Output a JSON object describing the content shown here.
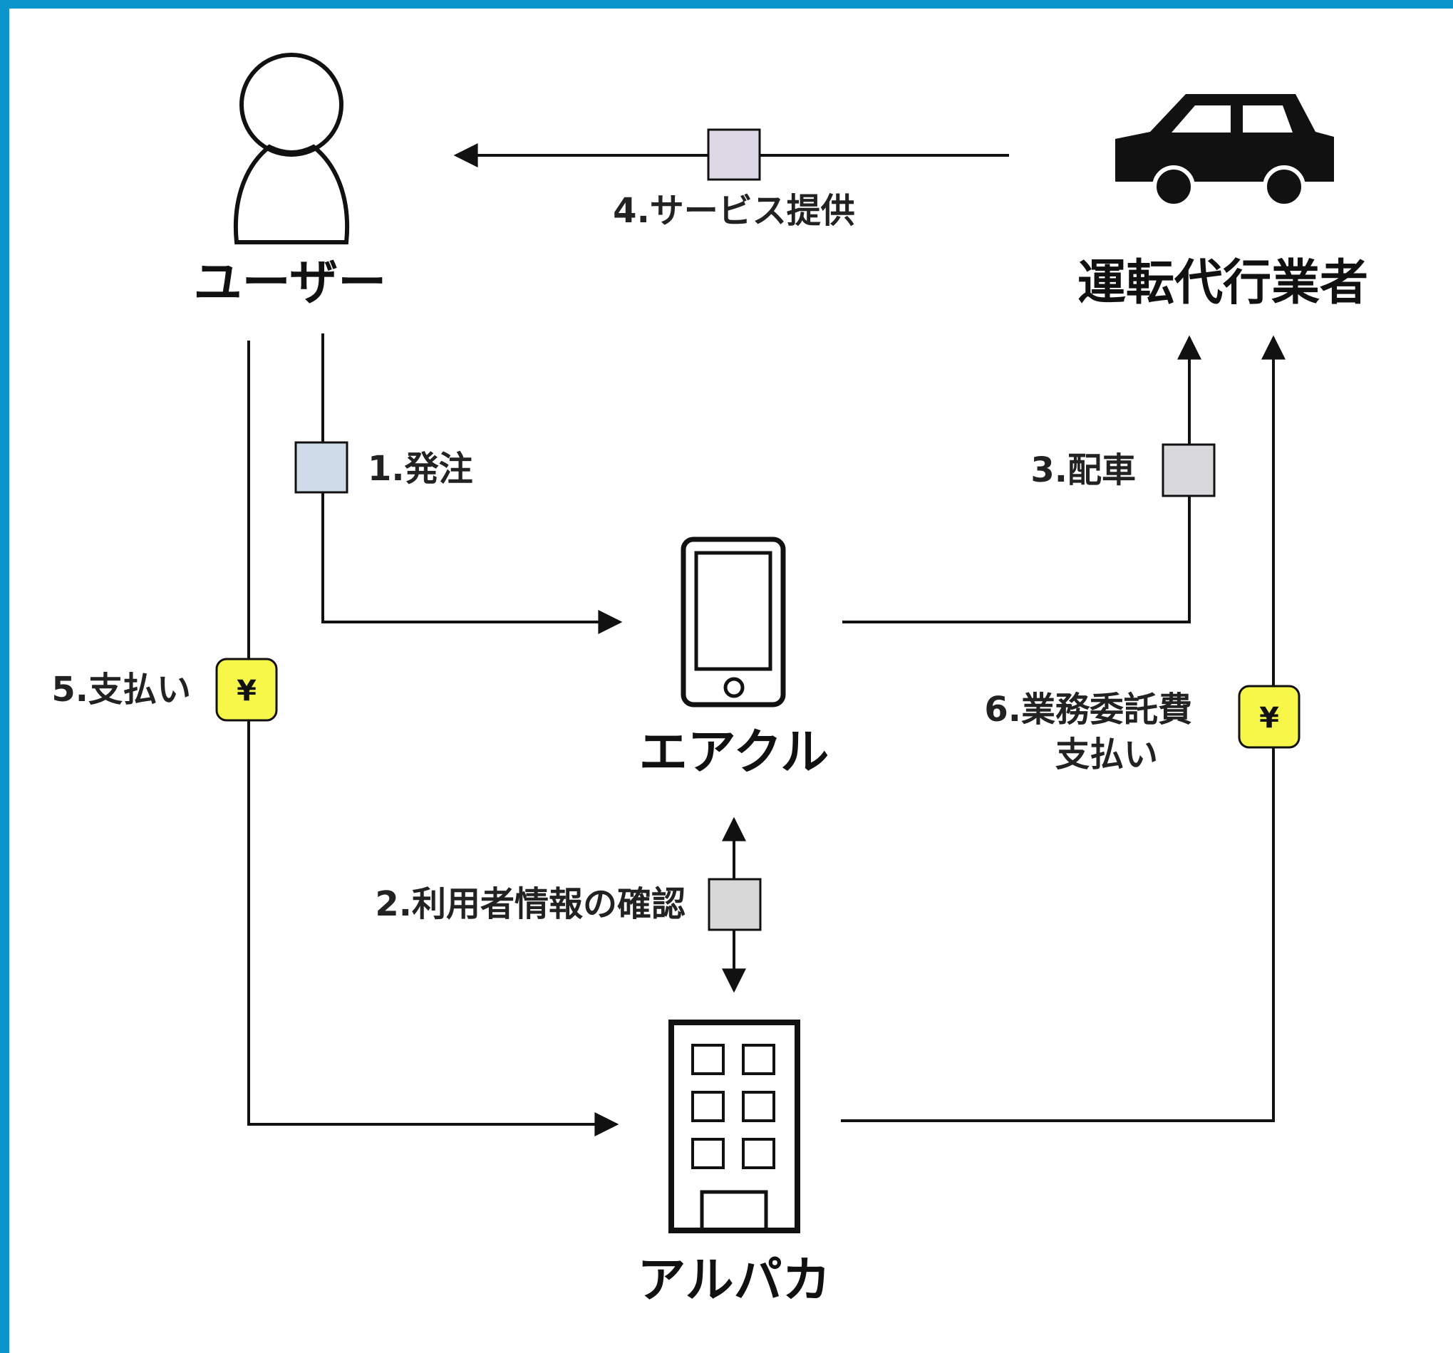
{
  "nodes": {
    "user": "ユーザー",
    "operator": "運転代行業者",
    "app": "エアクル",
    "company": "アルパカ"
  },
  "steps": {
    "order": "1.発注",
    "confirm": "2.利用者情報の確認",
    "dispatch": "3.配車",
    "service": "4.サービス提供",
    "payment": "5.支払い",
    "fee_line1": "6.業務委託費",
    "fee_line2": "支払い"
  },
  "badges": {
    "yen_symbol": "¥"
  },
  "colors": {
    "frame": "#0a96cc",
    "yen_badge": "#f7f74a",
    "doc_box": "#d6dce8",
    "line": "#111111"
  },
  "icons": {
    "user": "person-icon",
    "operator": "car-icon",
    "app": "smartphone-icon",
    "company": "building-icon",
    "document": "document-icon",
    "money": "yen-icon"
  }
}
